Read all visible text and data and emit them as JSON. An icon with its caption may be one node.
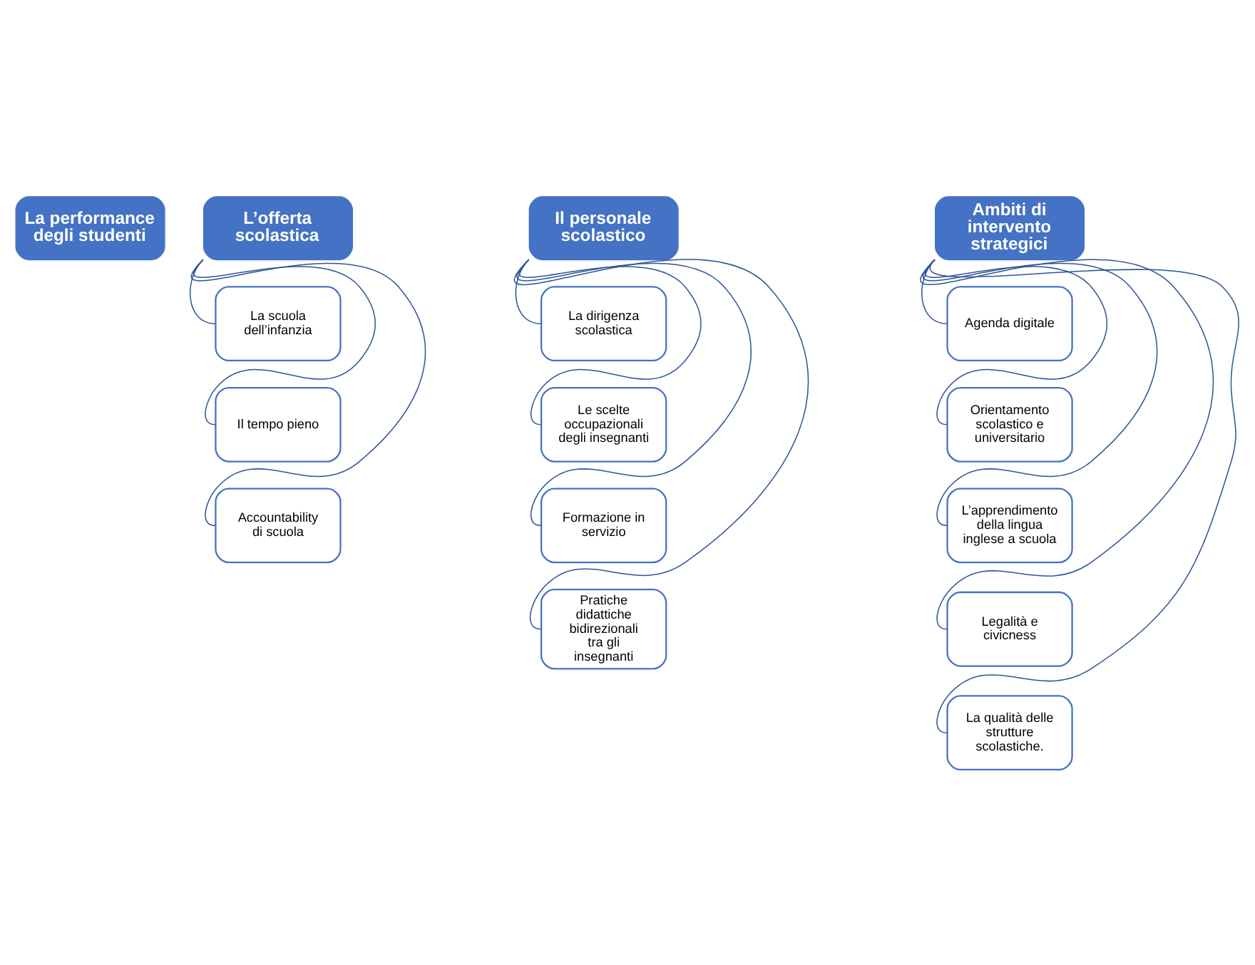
{
  "diagram": {
    "nodes": [
      {
        "text": [
          "La performance degli studenti"
        ]
      },
      {
        "text": [
          "L’offerta scolastica"
        ]
      },
      {
        "text": [
          "La scuola dell’infanzia"
        ]
      },
      {
        "text": [
          "Il tempo pieno"
        ]
      },
      {
        "text": [
          "Accountability di scuola"
        ]
      },
      {
        "text": [
          "Il personale scolastico"
        ]
      },
      {
        "text": [
          "La dirigenza scolastica"
        ]
      },
      {
        "text": [
          "Le scelte occupazionali degli insegnanti"
        ]
      },
      {
        "text": [
          "Formazione in servizio"
        ]
      },
      {
        "text": [
          "Pratiche didattiche bidirezionali tra gli insegnanti"
        ]
      },
      {
        "text": [
          "Ambiti di intervento strategici"
        ]
      },
      {
        "text": [
          "Agenda digitale"
        ]
      },
      {
        "text": [
          "Orientamento scolastico e universitario"
        ]
      },
      {
        "text": [
          "L’apprendimento della lingua inglese a scuola"
        ]
      },
      {
        "text": [
          "Legalità e civicness"
        ]
      },
      {
        "text": [
          "La qualità delle strutture scolastiche."
        ]
      }
    ],
    "edges": [
      {
        "from": 1,
        "to": 2,
        "arrow": "none"
      },
      {
        "from": 1,
        "to": 3,
        "arrow": "none"
      },
      {
        "from": 1,
        "to": 4,
        "arrow": "none"
      },
      {
        "from": 5,
        "to": 6,
        "arrow": "none"
      },
      {
        "from": 5,
        "to": 7,
        "arrow": "none"
      },
      {
        "from": 5,
        "to": 8,
        "arrow": "none"
      },
      {
        "from": 5,
        "to": 9,
        "arrow": "none"
      },
      {
        "from": 10,
        "to": 11,
        "arrow": "none"
      },
      {
        "from": 10,
        "to": 12,
        "arrow": "none"
      },
      {
        "from": 10,
        "to": 13,
        "arrow": "none"
      },
      {
        "from": 10,
        "to": 14,
        "arrow": "none"
      },
      {
        "from": 10,
        "to": 15,
        "arrow": "none"
      }
    ]
  }
}
